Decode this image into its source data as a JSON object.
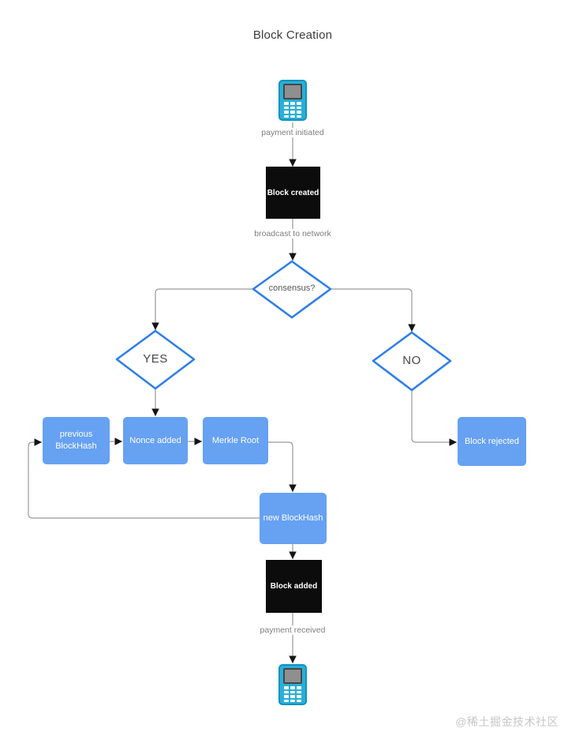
{
  "title": "Block Creation",
  "watermark": "@稀土掘金技术社区",
  "flowchart": {
    "labels": {
      "payment_initiated": "payment initiated",
      "broadcast_to_network": "broadcast to network",
      "payment_received": "payment received"
    },
    "nodes": {
      "block_created": "Block created",
      "consensus": "consensus?",
      "yes": "YES",
      "no": "NO",
      "previous_blockhash": "previous BlockHash",
      "nonce_added": "Nonce added",
      "merkle_root": "Merkle Root",
      "block_rejected": "Block rejected",
      "new_blockhash": "new BlockHash",
      "block_added": "Block added"
    },
    "icons": {
      "start": "mobile-phone-icon",
      "end": "mobile-phone-icon"
    },
    "colors": {
      "process_blue": "#66a1f2",
      "decision_border_blue": "#2e7fe8",
      "terminal_black": "#0c0c0c",
      "phone_cyan": "#29afd9",
      "phone_screen_gray": "#8f8f8f",
      "connector_gray": "#999999",
      "arrowhead_black": "#141414",
      "label_gray": "#7e7e7e",
      "watermark_gray": "#c6c6c6"
    }
  }
}
